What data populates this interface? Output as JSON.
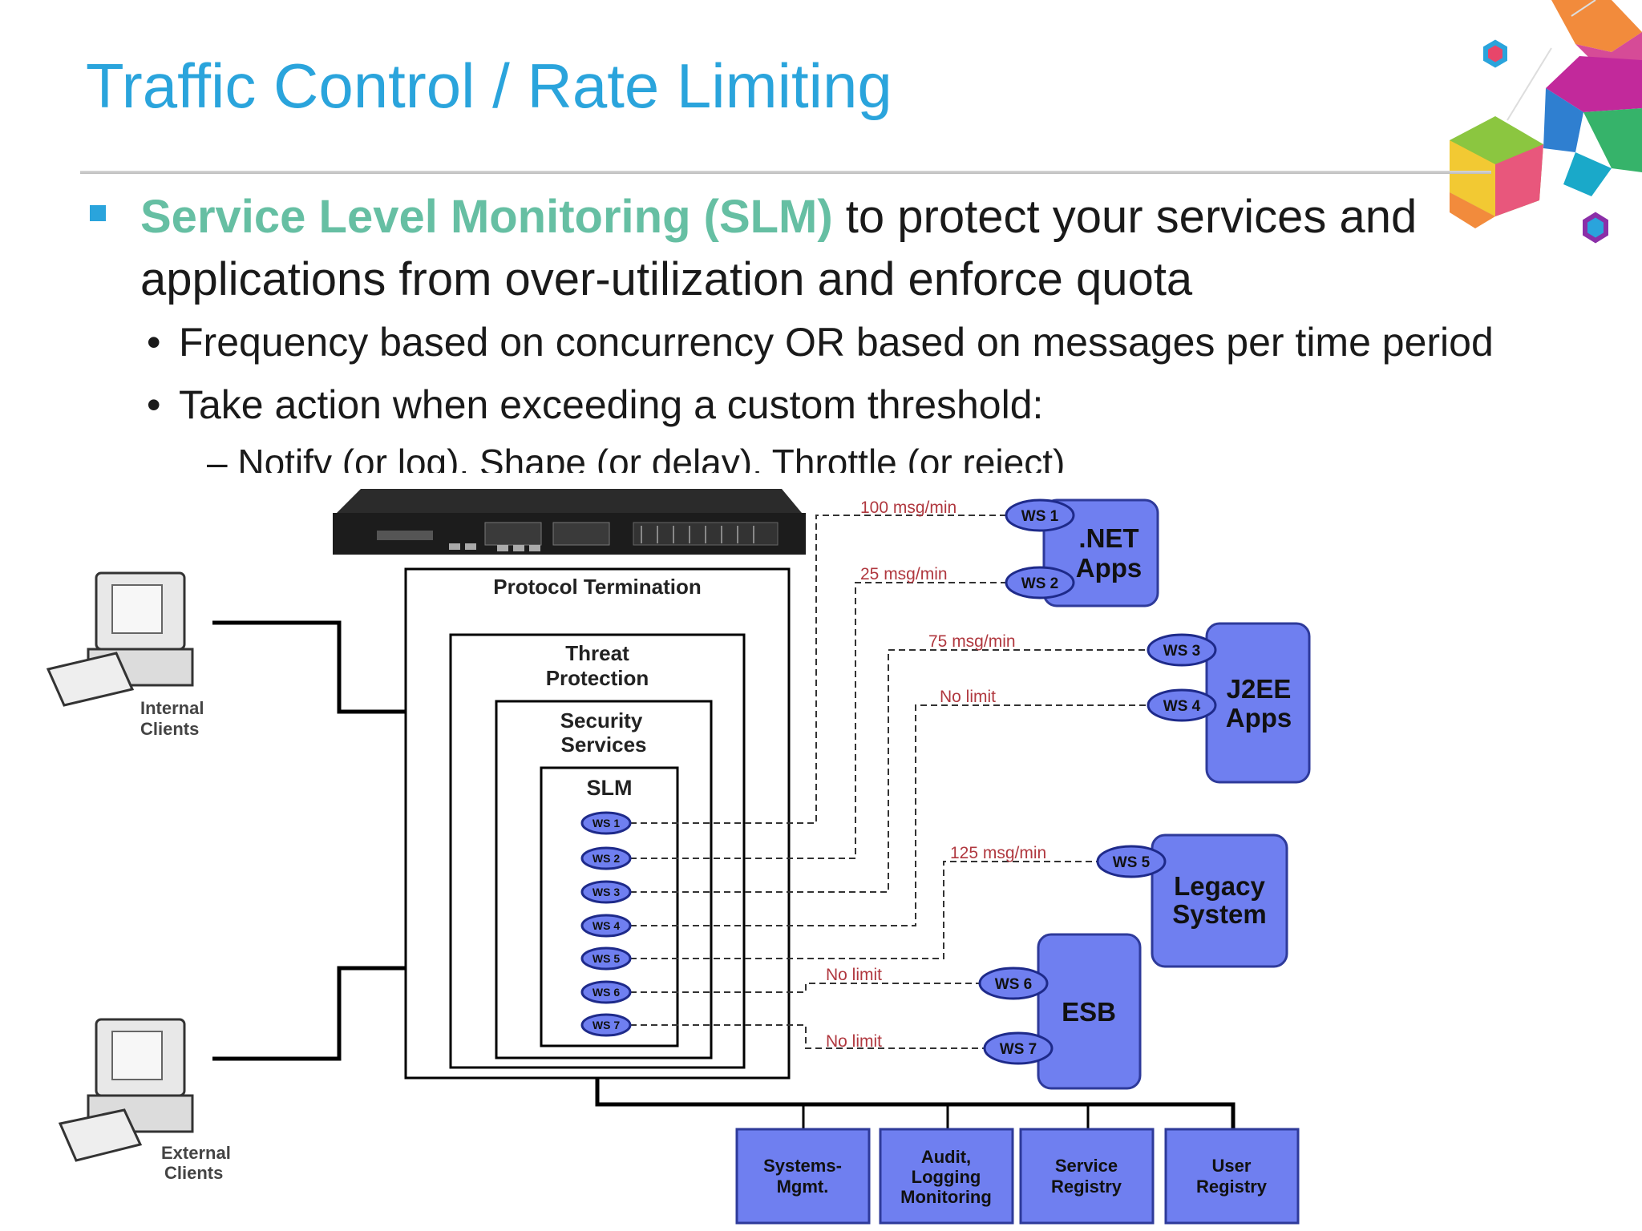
{
  "slide": {
    "title": "Traffic Control / Rate Limiting",
    "bullet1_highlight": "Service Level Monitoring (SLM)",
    "bullet1_rest": " to protect your services and applications from over-utilization and enforce quota",
    "sub_bullets": [
      "Frequency based on concurrency OR based on messages per time period",
      "Take action when exceeding a custom threshold:"
    ],
    "sub_sub_bullet": "– Notify (or log), Shape (or delay), Throttle (or reject)"
  },
  "diagram": {
    "clients": {
      "internal": [
        "Internal",
        "Clients"
      ],
      "external": [
        "External",
        "Clients"
      ]
    },
    "layers": {
      "protocol": "Protocol Termination",
      "threat": [
        "Threat",
        "Protection"
      ],
      "security": [
        "Security",
        "Services"
      ],
      "slm": "SLM"
    },
    "ws": [
      "WS 1",
      "WS 2",
      "WS 3",
      "WS 4",
      "WS 5",
      "WS 6",
      "WS 7"
    ],
    "limits": [
      "100 msg/min",
      "25 msg/min",
      "75 msg/min",
      "No limit",
      "125 msg/min",
      "No limit",
      "No limit"
    ],
    "targets": {
      "net": [
        ".NET",
        "Apps"
      ],
      "j2ee": [
        "J2EE",
        "Apps"
      ],
      "legacy": [
        "Legacy",
        "System"
      ],
      "esb": "ESB"
    },
    "bottom_boxes": [
      [
        "Systems-",
        "Mgmt."
      ],
      [
        "Audit,",
        "Logging",
        "Monitoring"
      ],
      [
        "Service",
        "Registry"
      ],
      [
        "User",
        "Registry"
      ]
    ],
    "colors": {
      "box_fill": "#6f7ff0",
      "box_stroke": "#2e3a9a",
      "limit_text": "#b0383f",
      "title": "#2aa4dc",
      "highlight": "#66bfa3"
    }
  }
}
